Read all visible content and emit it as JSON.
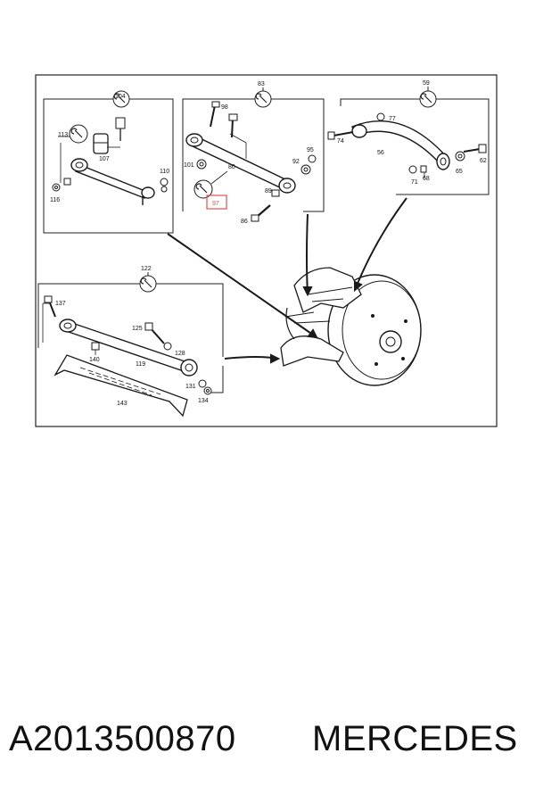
{
  "callouts": {
    "g104": "104",
    "n113": "113",
    "n107": "107",
    "n116": "116",
    "n110": "110",
    "g83": "83",
    "n98": "98",
    "n101": "101",
    "n80": "80",
    "n95": "95",
    "n92": "92",
    "n89": "89",
    "n97": "97",
    "n86": "86",
    "g59": "59",
    "n77": "77",
    "n74": "74",
    "n56": "56",
    "n62": "62",
    "n65": "65",
    "n71": "71",
    "n68": "68",
    "g122": "122",
    "n137": "137",
    "n125": "125",
    "n128": "128",
    "n140": "140",
    "n119": "119",
    "n131": "131",
    "n134": "134",
    "n143": "143"
  },
  "highlight": {
    "color": "#e05050",
    "target": "97"
  },
  "colors": {
    "line": "#1a1a1a",
    "frame": "#222222",
    "background": "#ffffff"
  },
  "icons": {
    "group_marker": "wrench-icon"
  },
  "caption": {
    "part_number": "A2013500870",
    "brand": "MERCEDES"
  }
}
